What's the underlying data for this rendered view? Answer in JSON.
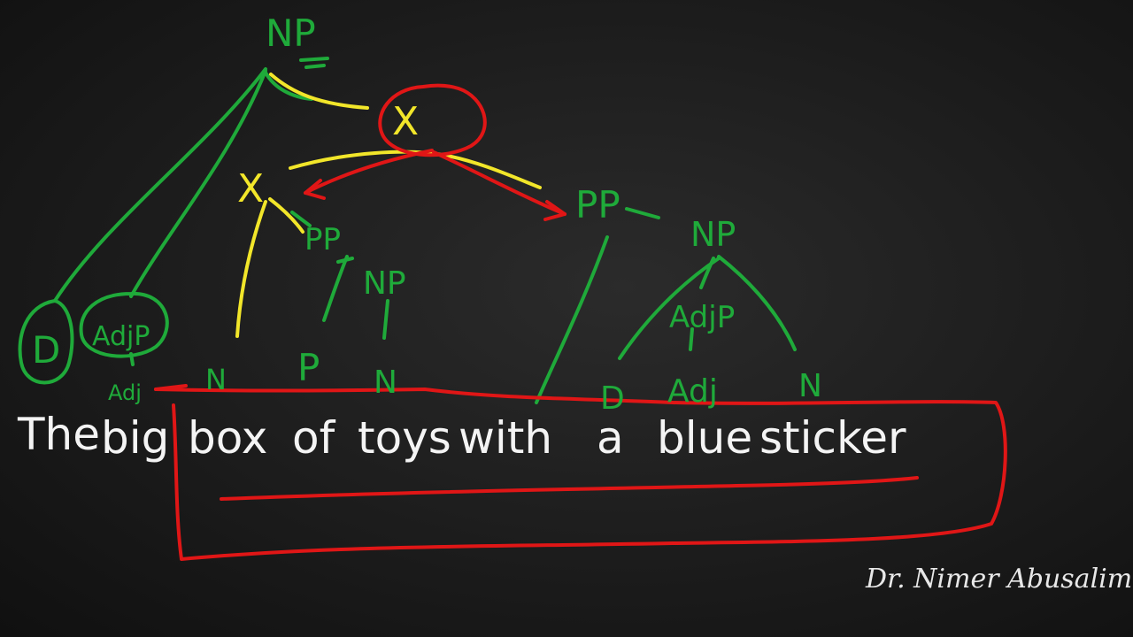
{
  "diagram": {
    "root_label": "NP",
    "x1_label": "X",
    "x2_label": "X",
    "pp_left_label": "PP",
    "np_left_label": "NP",
    "d_label": "D",
    "adjp_left_label": "AdjP",
    "adj_left_label": "Adj",
    "n_label": "N",
    "p_label": "P",
    "n2_label": "N",
    "pp_right_label": "PP",
    "np_right_label": "NP",
    "adjp_right_label": "AdjP",
    "d2_label": "D",
    "adj2_label": "Adj",
    "n3_label": "N"
  },
  "sentence": {
    "words": [
      "The",
      "big",
      "box",
      "of",
      "toys",
      "with",
      "a",
      "blue",
      "sticker"
    ]
  },
  "credit": "Dr. Nimer Abusalim",
  "colors": {
    "green": "#1faa3a",
    "yellow": "#f2e62a",
    "red": "#e01616",
    "white": "#f4f4f4"
  }
}
